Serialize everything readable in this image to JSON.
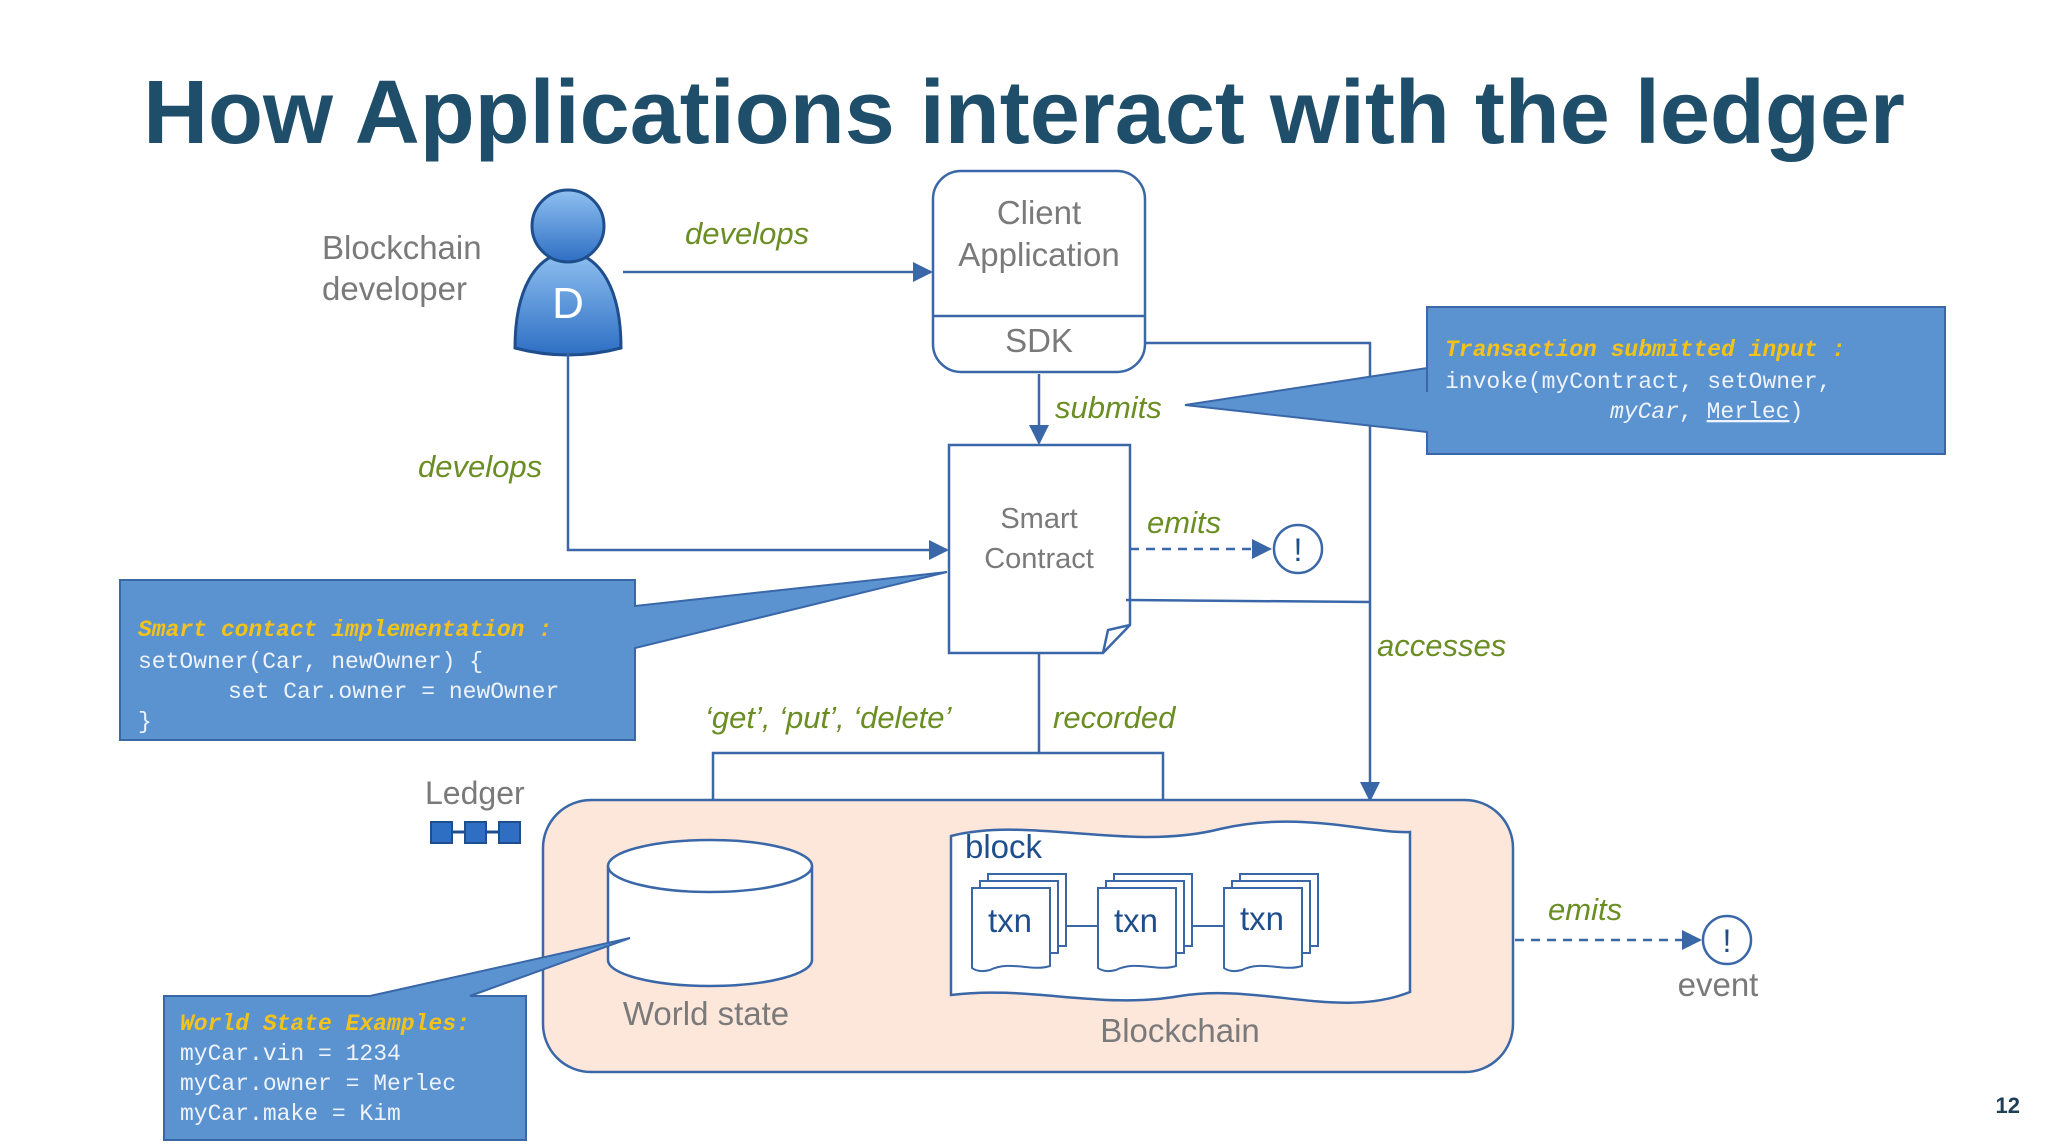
{
  "title": "How Applications interact with the ledger",
  "page_number": "12",
  "actors": {
    "developer_label_line1": "Blockchain",
    "developer_label_line2": "developer",
    "developer_badge": "D"
  },
  "client": {
    "line1": "Client",
    "line2": "Application",
    "sdk": "SDK"
  },
  "contract": {
    "line1": "Smart",
    "line2": "Contract"
  },
  "edges": {
    "develops_top": "develops",
    "develops_left": "develops",
    "submits": "submits",
    "emits_contract": "emits",
    "accesses": "accesses",
    "get_put_delete": "‘get’, ‘put’, ‘delete’",
    "recorded": "recorded",
    "emits_ledger": "emits"
  },
  "ledger": {
    "label": "Ledger",
    "world_state": "World state",
    "block": "block",
    "txn": "txn",
    "blockchain": "Blockchain"
  },
  "event": {
    "symbol": "!",
    "label": "event"
  },
  "callouts": {
    "transaction": {
      "head": "Transaction submitted input :",
      "line1": "invoke(myContract, setOwner,",
      "line2_italic": "myCar",
      "line2_sep": ", ",
      "line2_link": "Merlec",
      "line2_end": ")"
    },
    "smart": {
      "head": "Smart contact implementation :",
      "line1": "setOwner(Car, newOwner) {",
      "line2": "set Car.owner = newOwner",
      "line3": "}"
    },
    "world": {
      "head": "World State Examples:",
      "line1": "myCar.vin = 1234",
      "line2": "myCar.owner = Merlec",
      "line3": "myCar.make = Kim"
    }
  },
  "colors": {
    "title": "#1f4e6b",
    "line": "#3a67a8",
    "callout_fill": "#5b93d1",
    "callout_head": "#f3c21b",
    "ledger_fill": "#fde6da",
    "edge_label": "#6a8e23"
  }
}
